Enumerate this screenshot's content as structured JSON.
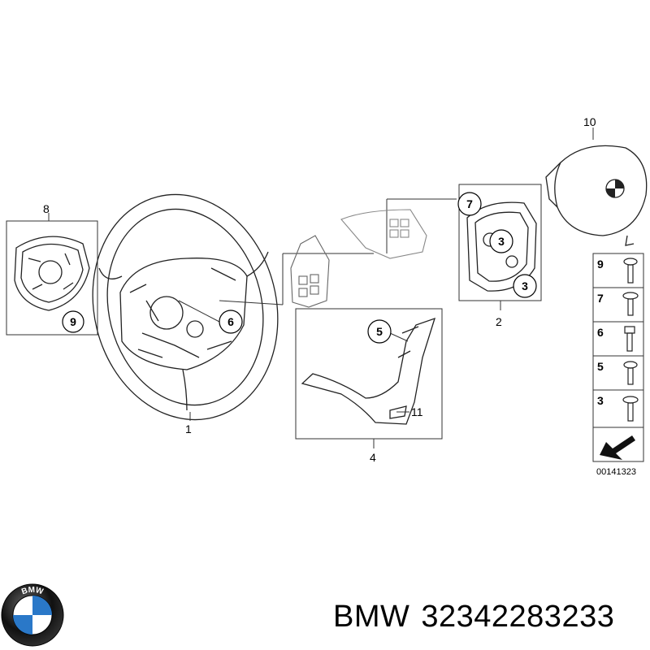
{
  "diagram": {
    "drawing_number": "00141323",
    "callouts": {
      "c1": "1",
      "c2": "2",
      "c3a": "3",
      "c3b": "3",
      "c4": "4",
      "c5": "5",
      "c6": "6",
      "c7": "7",
      "c8": "8",
      "c9": "9",
      "c10": "10",
      "c11": "11"
    },
    "screw_legend": [
      "9",
      "7",
      "6",
      "5",
      "3"
    ]
  },
  "footer": {
    "brand": "BMW",
    "part_number": "32342283233"
  }
}
